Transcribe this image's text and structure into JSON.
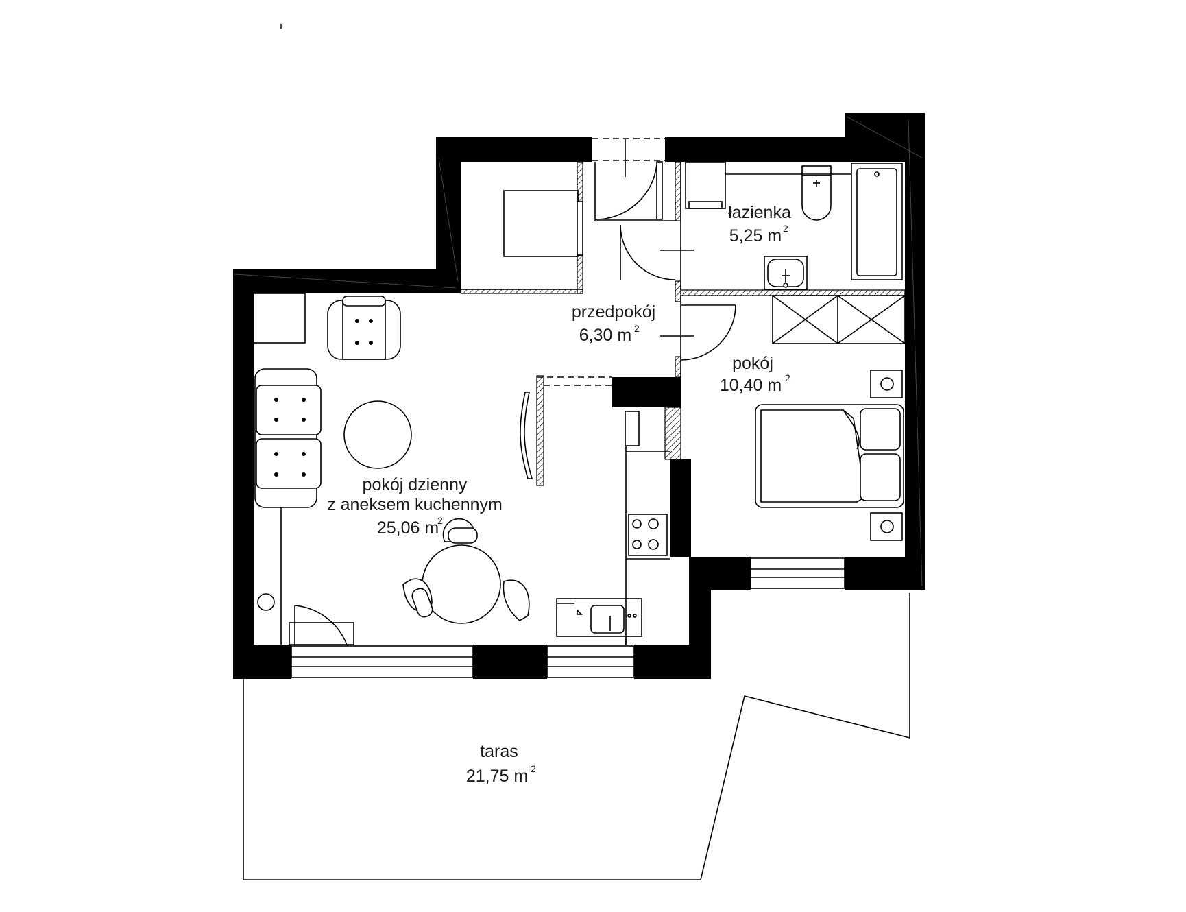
{
  "plan": {
    "rooms": [
      {
        "id": "living",
        "lines": [
          "pokój dzienny",
          "z aneksem kuchennym"
        ],
        "area": "25,06 m",
        "unit_sup": "2"
      },
      {
        "id": "hall",
        "lines": [
          "przedpokój"
        ],
        "area": "6,30 m",
        "unit_sup": "2"
      },
      {
        "id": "bath",
        "lines": [
          "łazienka"
        ],
        "area": "5,25 m",
        "unit_sup": "2"
      },
      {
        "id": "bedroom",
        "lines": [
          "pokój"
        ],
        "area": "10,40 m",
        "unit_sup": "2"
      },
      {
        "id": "terrace",
        "lines": [
          "taras"
        ],
        "area": "21,75 m",
        "unit_sup": "2"
      }
    ],
    "colors": {
      "wall": "#000000",
      "line": "#000000",
      "background": "#ffffff"
    }
  }
}
